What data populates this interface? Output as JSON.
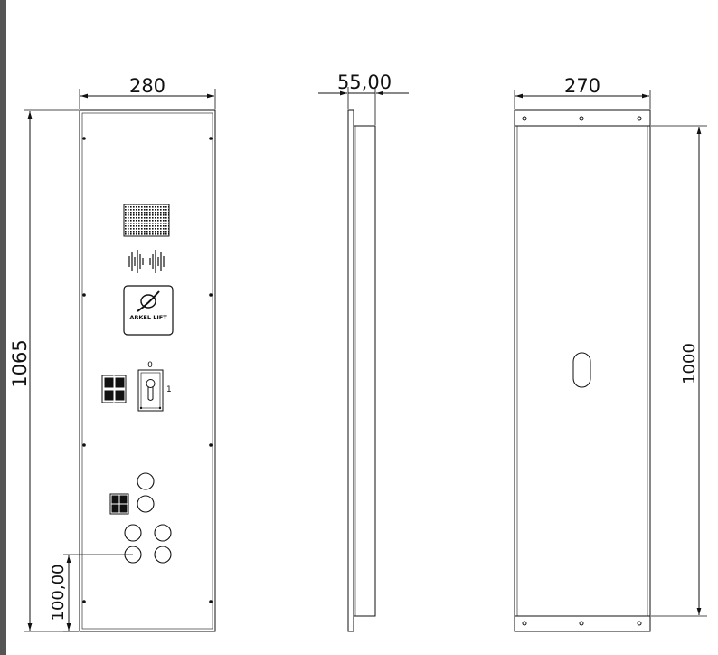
{
  "colors": {
    "line": "#111111",
    "border": "#555555",
    "background": "#ffffff"
  },
  "front_view": {
    "width_label": "280",
    "height_label": "1065",
    "offset_label": "100,00",
    "brand_text": "ARKEL LIFT",
    "key_switch": {
      "pos0": "0",
      "pos1": "1"
    }
  },
  "side_view": {
    "depth_label": "55,00"
  },
  "back_view": {
    "width_label": "270",
    "height_label": "1000"
  }
}
